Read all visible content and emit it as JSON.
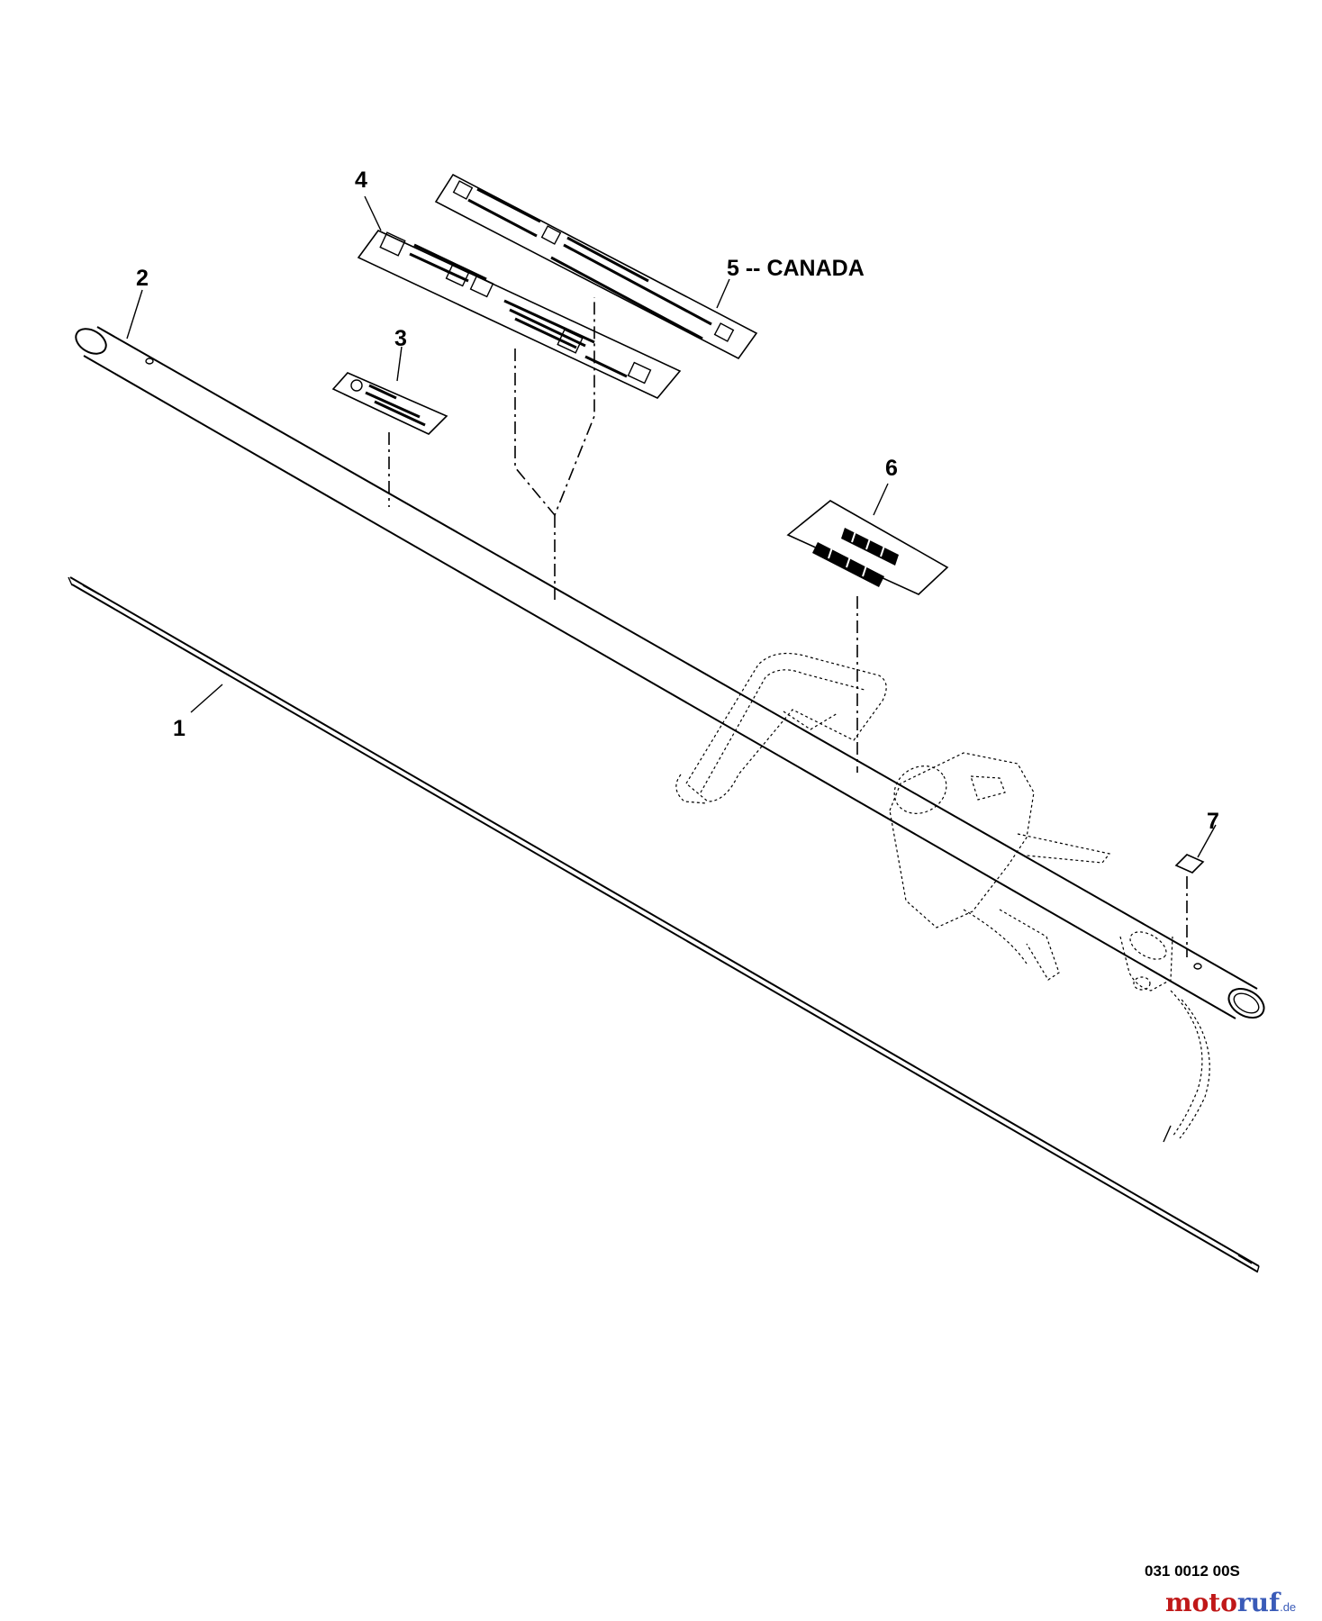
{
  "callouts": {
    "c1": "1",
    "c2": "2",
    "c3": "3",
    "c4": "4",
    "c5": "5 -- CANADA",
    "c6": "6",
    "c7": "7"
  },
  "drawing_id": "031 0012 00S",
  "watermark": {
    "part_a": "moto",
    "part_b": "ruf",
    "suffix": ".de"
  },
  "colors": {
    "line": "#000000",
    "watermark_red": "#c01818",
    "watermark_blue": "#3a5bb8"
  }
}
